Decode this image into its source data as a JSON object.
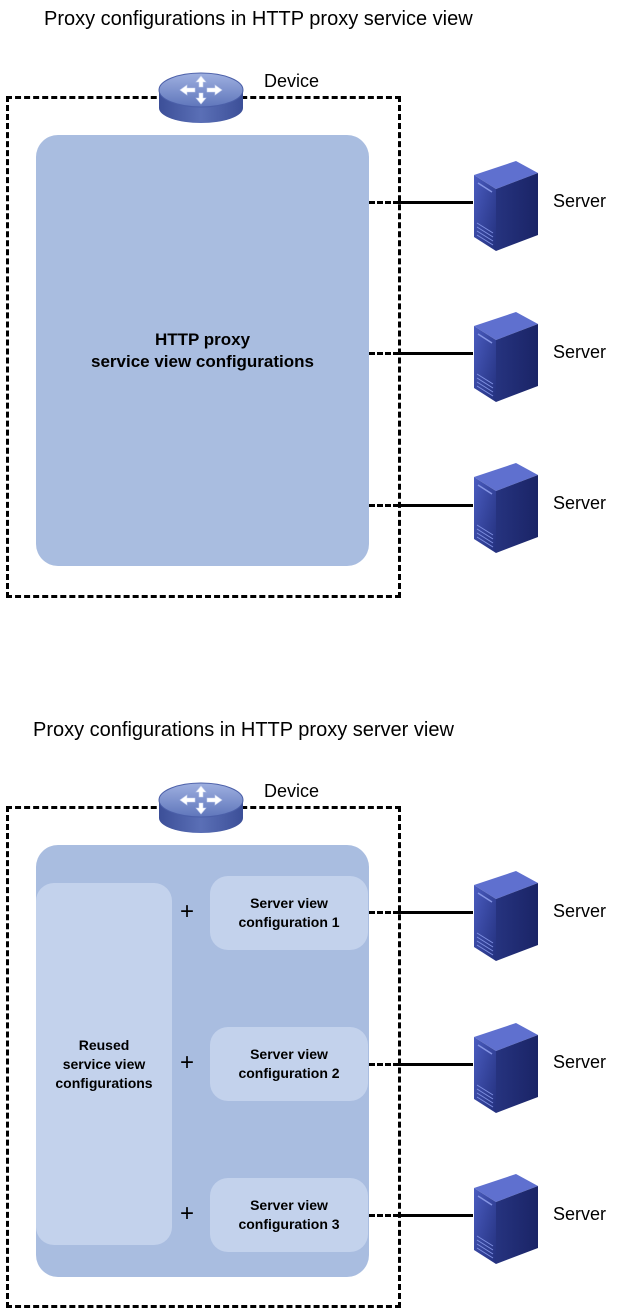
{
  "top_diagram": {
    "title": "Proxy configurations in HTTP proxy service view",
    "device_label": "Device",
    "panel_text_line1": "HTTP proxy",
    "panel_text_line2": "service view configurations",
    "servers": [
      "Server",
      "Server",
      "Server"
    ]
  },
  "bottom_diagram": {
    "title": "Proxy configurations in HTTP proxy server view",
    "device_label": "Device",
    "reused_line1": "Reused",
    "reused_line2": "service view",
    "reused_line3": "configurations",
    "plus_symbol": "+",
    "server_views": [
      {
        "line1": "Server view",
        "line2": "configuration 1"
      },
      {
        "line1": "Server view",
        "line2": "configuration 2"
      },
      {
        "line1": "Server view",
        "line2": "configuration 3"
      }
    ],
    "servers": [
      "Server",
      "Server",
      "Server"
    ]
  },
  "icons": {
    "device": "router-switch-icon",
    "server": "server-tower-icon"
  },
  "colors": {
    "panel": "#a9bde0",
    "inner_panel": "#c3d2ec",
    "server_front": "#2e3d9a",
    "device_top": "#6f86c8"
  }
}
